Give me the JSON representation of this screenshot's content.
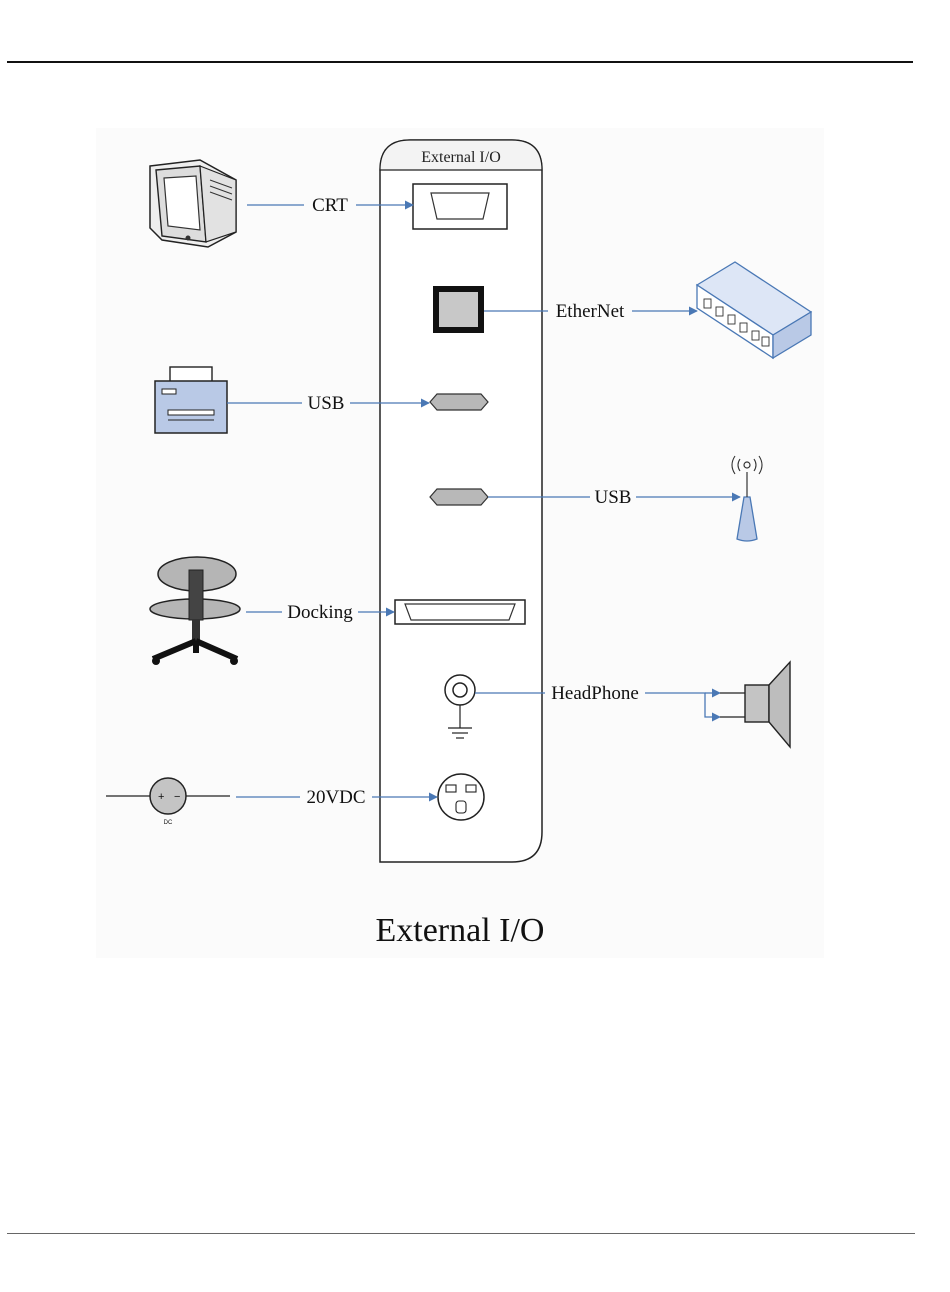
{
  "panel": {
    "title": "External I/O"
  },
  "connections": {
    "crt": "CRT",
    "ethernet": "EtherNet",
    "usb_printer": "USB",
    "usb_wireless": "USB",
    "docking": "Docking",
    "headphone": "HeadPhone",
    "dc_power": "20VDC"
  },
  "dc_symbol_label": "DC",
  "caption": "External I/O",
  "colors": {
    "wire": "#4a78b5",
    "port_fill": "#c8c8c8",
    "device_blue": "#b9c9e6"
  }
}
